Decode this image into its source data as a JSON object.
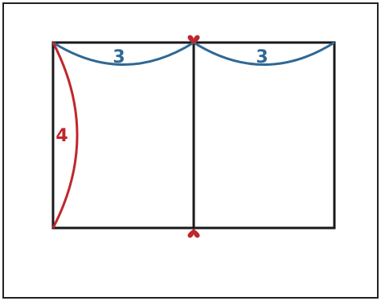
{
  "diagram": {
    "top_left_arc_label": "3",
    "top_right_arc_label": "3",
    "left_arc_label": "4"
  },
  "colors": {
    "frame": "#222222",
    "rectangle": "#1a1a1a",
    "blue_arc": "#2f6895",
    "red_arc": "#c0272d",
    "heart_marker": "#c0272d"
  }
}
